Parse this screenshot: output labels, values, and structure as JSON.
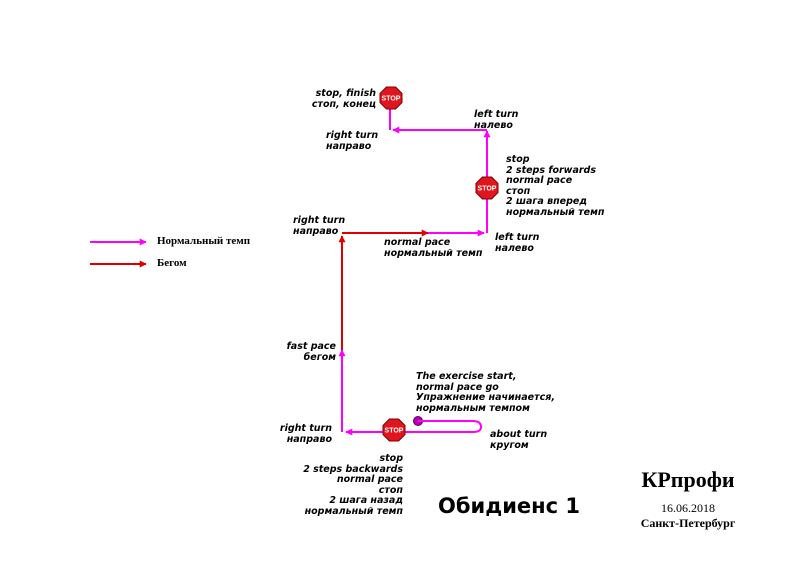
{
  "legend": {
    "normal": "Нормальный темп",
    "fast": "Бегом"
  },
  "colors": {
    "normal": "#ff00ff",
    "fast": "#e00000",
    "stop": "#e0161e",
    "start_marker": "#b000b0"
  },
  "icons": {
    "stop_sign": "stop-sign-icon",
    "start_marker": "start-circle-icon"
  },
  "stop_sign_text": "STOP",
  "labels": {
    "stop_finish": "stop, finish\nстоп, конец",
    "right_turn_top": "right turn\nнаправо",
    "left_turn_top": "left turn\nналево",
    "stop_forward": "stop\n2 steps forwards\nnormal pace\nстоп\n2 шага вперед\nнормальный темп",
    "right_turn_mid": "right turn\nнаправо",
    "normal_pace": "normal pace\nнормальный темп",
    "left_turn_mid": "left turn\nналево",
    "fast_pace": "fast pace\nбегом",
    "start": "The exercise start,\nnormal pace go\nУпражнение начинается,\nнормальным темпом",
    "right_turn_bottom": "right turn\nнаправо",
    "about_turn": "about turn\nкругом",
    "stop_backward": "stop\n2 steps backwards\nnormal pace\nстоп\n2 шага назад\nнормальный темп"
  },
  "title": "Обидиенс 1",
  "brand": {
    "name": "КРпрофи",
    "date": "16.06.2018",
    "city": "Санкт-Петербург"
  }
}
